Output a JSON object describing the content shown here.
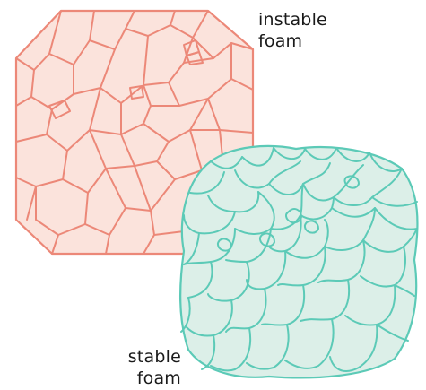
{
  "labels": {
    "instable": [
      "instable",
      "foam"
    ],
    "stable": [
      "stable",
      "foam"
    ]
  },
  "colors": {
    "instable_stroke": "#ec8878",
    "instable_fill": "#fbe3dc",
    "stable_stroke": "#5ccab7",
    "stable_fill": "#dcefe8",
    "background": "#ffffff",
    "text": "#1a1a1a"
  }
}
